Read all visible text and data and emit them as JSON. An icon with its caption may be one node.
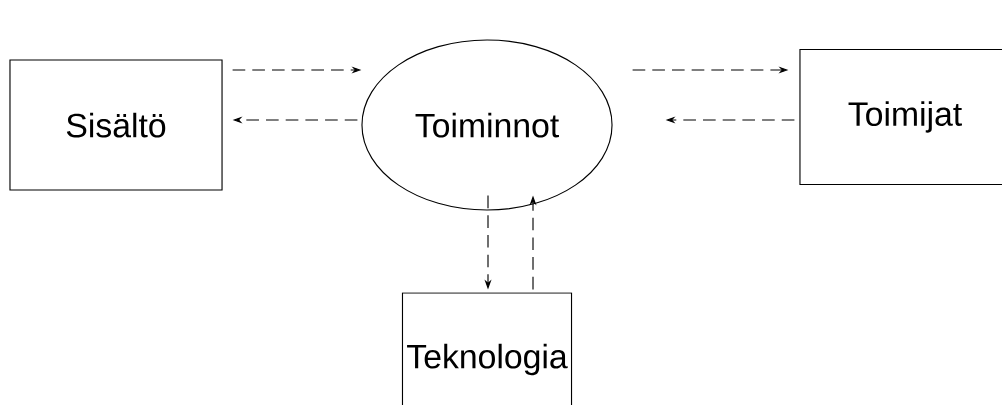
{
  "diagram": {
    "nodes": [
      {
        "text": [
          "Sisältö"
        ]
      },
      {
        "text": [
          "Toiminnot"
        ]
      },
      {
        "text": [
          "Toimijat"
        ]
      },
      {
        "text": [
          "Teknologia"
        ]
      }
    ],
    "edges": [
      {
        "from": 0,
        "to": 1,
        "arrow": "to",
        "style": "dashed"
      },
      {
        "from": 1,
        "to": 0,
        "arrow": "to",
        "style": "dashed"
      },
      {
        "from": 1,
        "to": 2,
        "arrow": "to",
        "style": "dashed"
      },
      {
        "from": 2,
        "to": 1,
        "arrow": "to",
        "style": "dashed"
      },
      {
        "from": 1,
        "to": 3,
        "arrow": "to",
        "style": "dashed"
      },
      {
        "from": 3,
        "to": 1,
        "arrow": "to",
        "style": "dashed"
      }
    ]
  }
}
